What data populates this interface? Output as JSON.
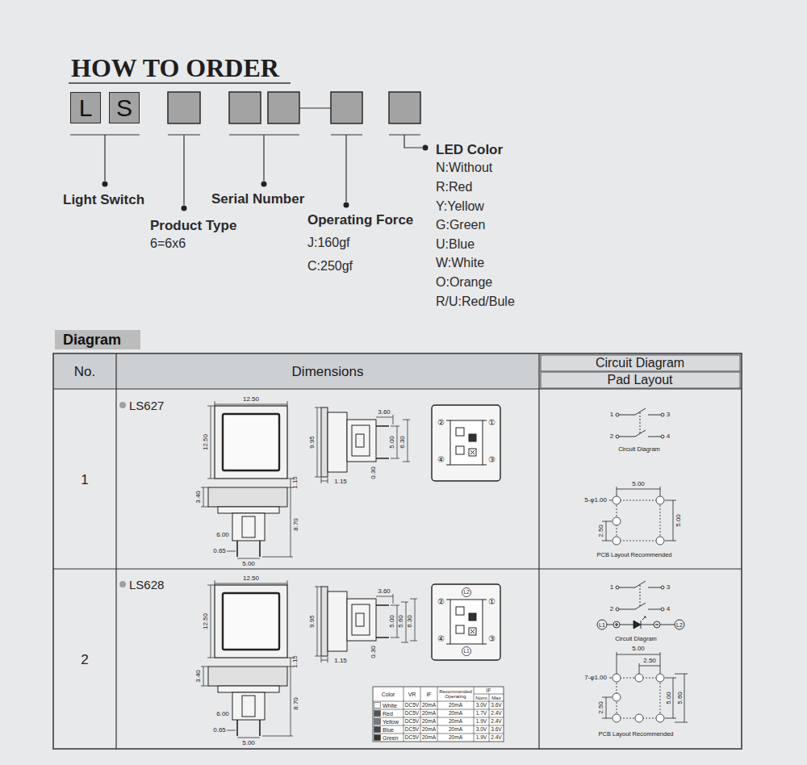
{
  "diagram": {
    "title": "HOW TO ORDER",
    "nodes": [
      {
        "text": [
          "L"
        ]
      },
      {
        "text": [
          "S"
        ]
      },
      {
        "text": [
          "Diagram"
        ]
      }
    ],
    "labels": [
      "Light Switch",
      "Product Type",
      "6=6x6",
      "Serial Number",
      "Operating Force",
      "J:160gf",
      "C:250gf",
      "LED Color",
      "N:Without",
      "R:Red",
      "Y:Yellow",
      "G:Green",
      "U:Blue",
      "W:White",
      "O:Orange",
      "R/U:Red/Bule",
      "No.",
      "Dimensions",
      "Circuit Diagram",
      "Pad Layout",
      "1",
      "LS627",
      "12.50",
      "12.50",
      "9.95",
      "3.60",
      "5.00",
      "6.30",
      "0.30",
      "1.15",
      "1.15",
      "3.40",
      "8.70",
      "6.00",
      "0.65",
      "5.00",
      "②",
      "①",
      "④",
      "③",
      "1",
      "3",
      "2",
      "4",
      "Circuit Diagram",
      "5.00",
      "5-φ1.00",
      "2.50",
      "5.00",
      "PCB Layout Recommended",
      "2",
      "LS628",
      "12.50",
      "12.50",
      "9.95",
      "3.60",
      "5.00",
      "5.60",
      "6.30",
      "0.30",
      "1.15",
      "1.15",
      "3.40",
      "8.70",
      "6.00",
      "0.65",
      "5.00",
      "②",
      "L2",
      "①",
      "④",
      "③",
      "L1",
      "1",
      "3",
      "2",
      "4",
      "L1",
      "L2",
      "Circuit Diagram",
      "5.00",
      "2.50",
      "7-φ1.00",
      "5.00",
      "5.60",
      "2.50",
      "PCB Layout Recommended",
      "Color",
      "VR",
      "IF",
      "Recommended Operating",
      "IF",
      "Norm",
      "Max",
      "White",
      "DC5V",
      "20mA",
      "20mA",
      "3.0V",
      "3.6V",
      "Red",
      "DC5V",
      "20mA",
      "20mA",
      "1.7V",
      "2.4V",
      "Yellow",
      "DC5V",
      "20mA",
      "20mA",
      "1.9V",
      "2.4V",
      "Blue",
      "DC5V",
      "20mA",
      "20mA",
      "3.0V",
      "3.6V",
      "Green",
      "DC5V",
      "20mA",
      "20mA",
      "1.9V",
      "2.4V"
    ]
  }
}
